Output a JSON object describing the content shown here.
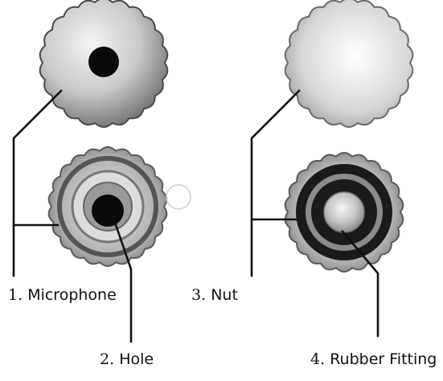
{
  "labels": [
    {
      "id": "microphone",
      "number": "1.",
      "text": "Microphone"
    },
    {
      "id": "hole",
      "number": "2.",
      "text": "Hole"
    },
    {
      "id": "nut",
      "number": "3.",
      "text": "Nut"
    },
    {
      "id": "rubber-fitting",
      "number": "4.",
      "text": "Rubber Fitting"
    }
  ],
  "colors": {
    "background": "#ffffff",
    "metal_light": "#f2f2f2",
    "metal_mid": "#b8b8b8",
    "metal_dark": "#5a5a5a",
    "hole": "#0a0a0a",
    "rubber": "#1a1a1a",
    "leader_line": "#111111"
  }
}
